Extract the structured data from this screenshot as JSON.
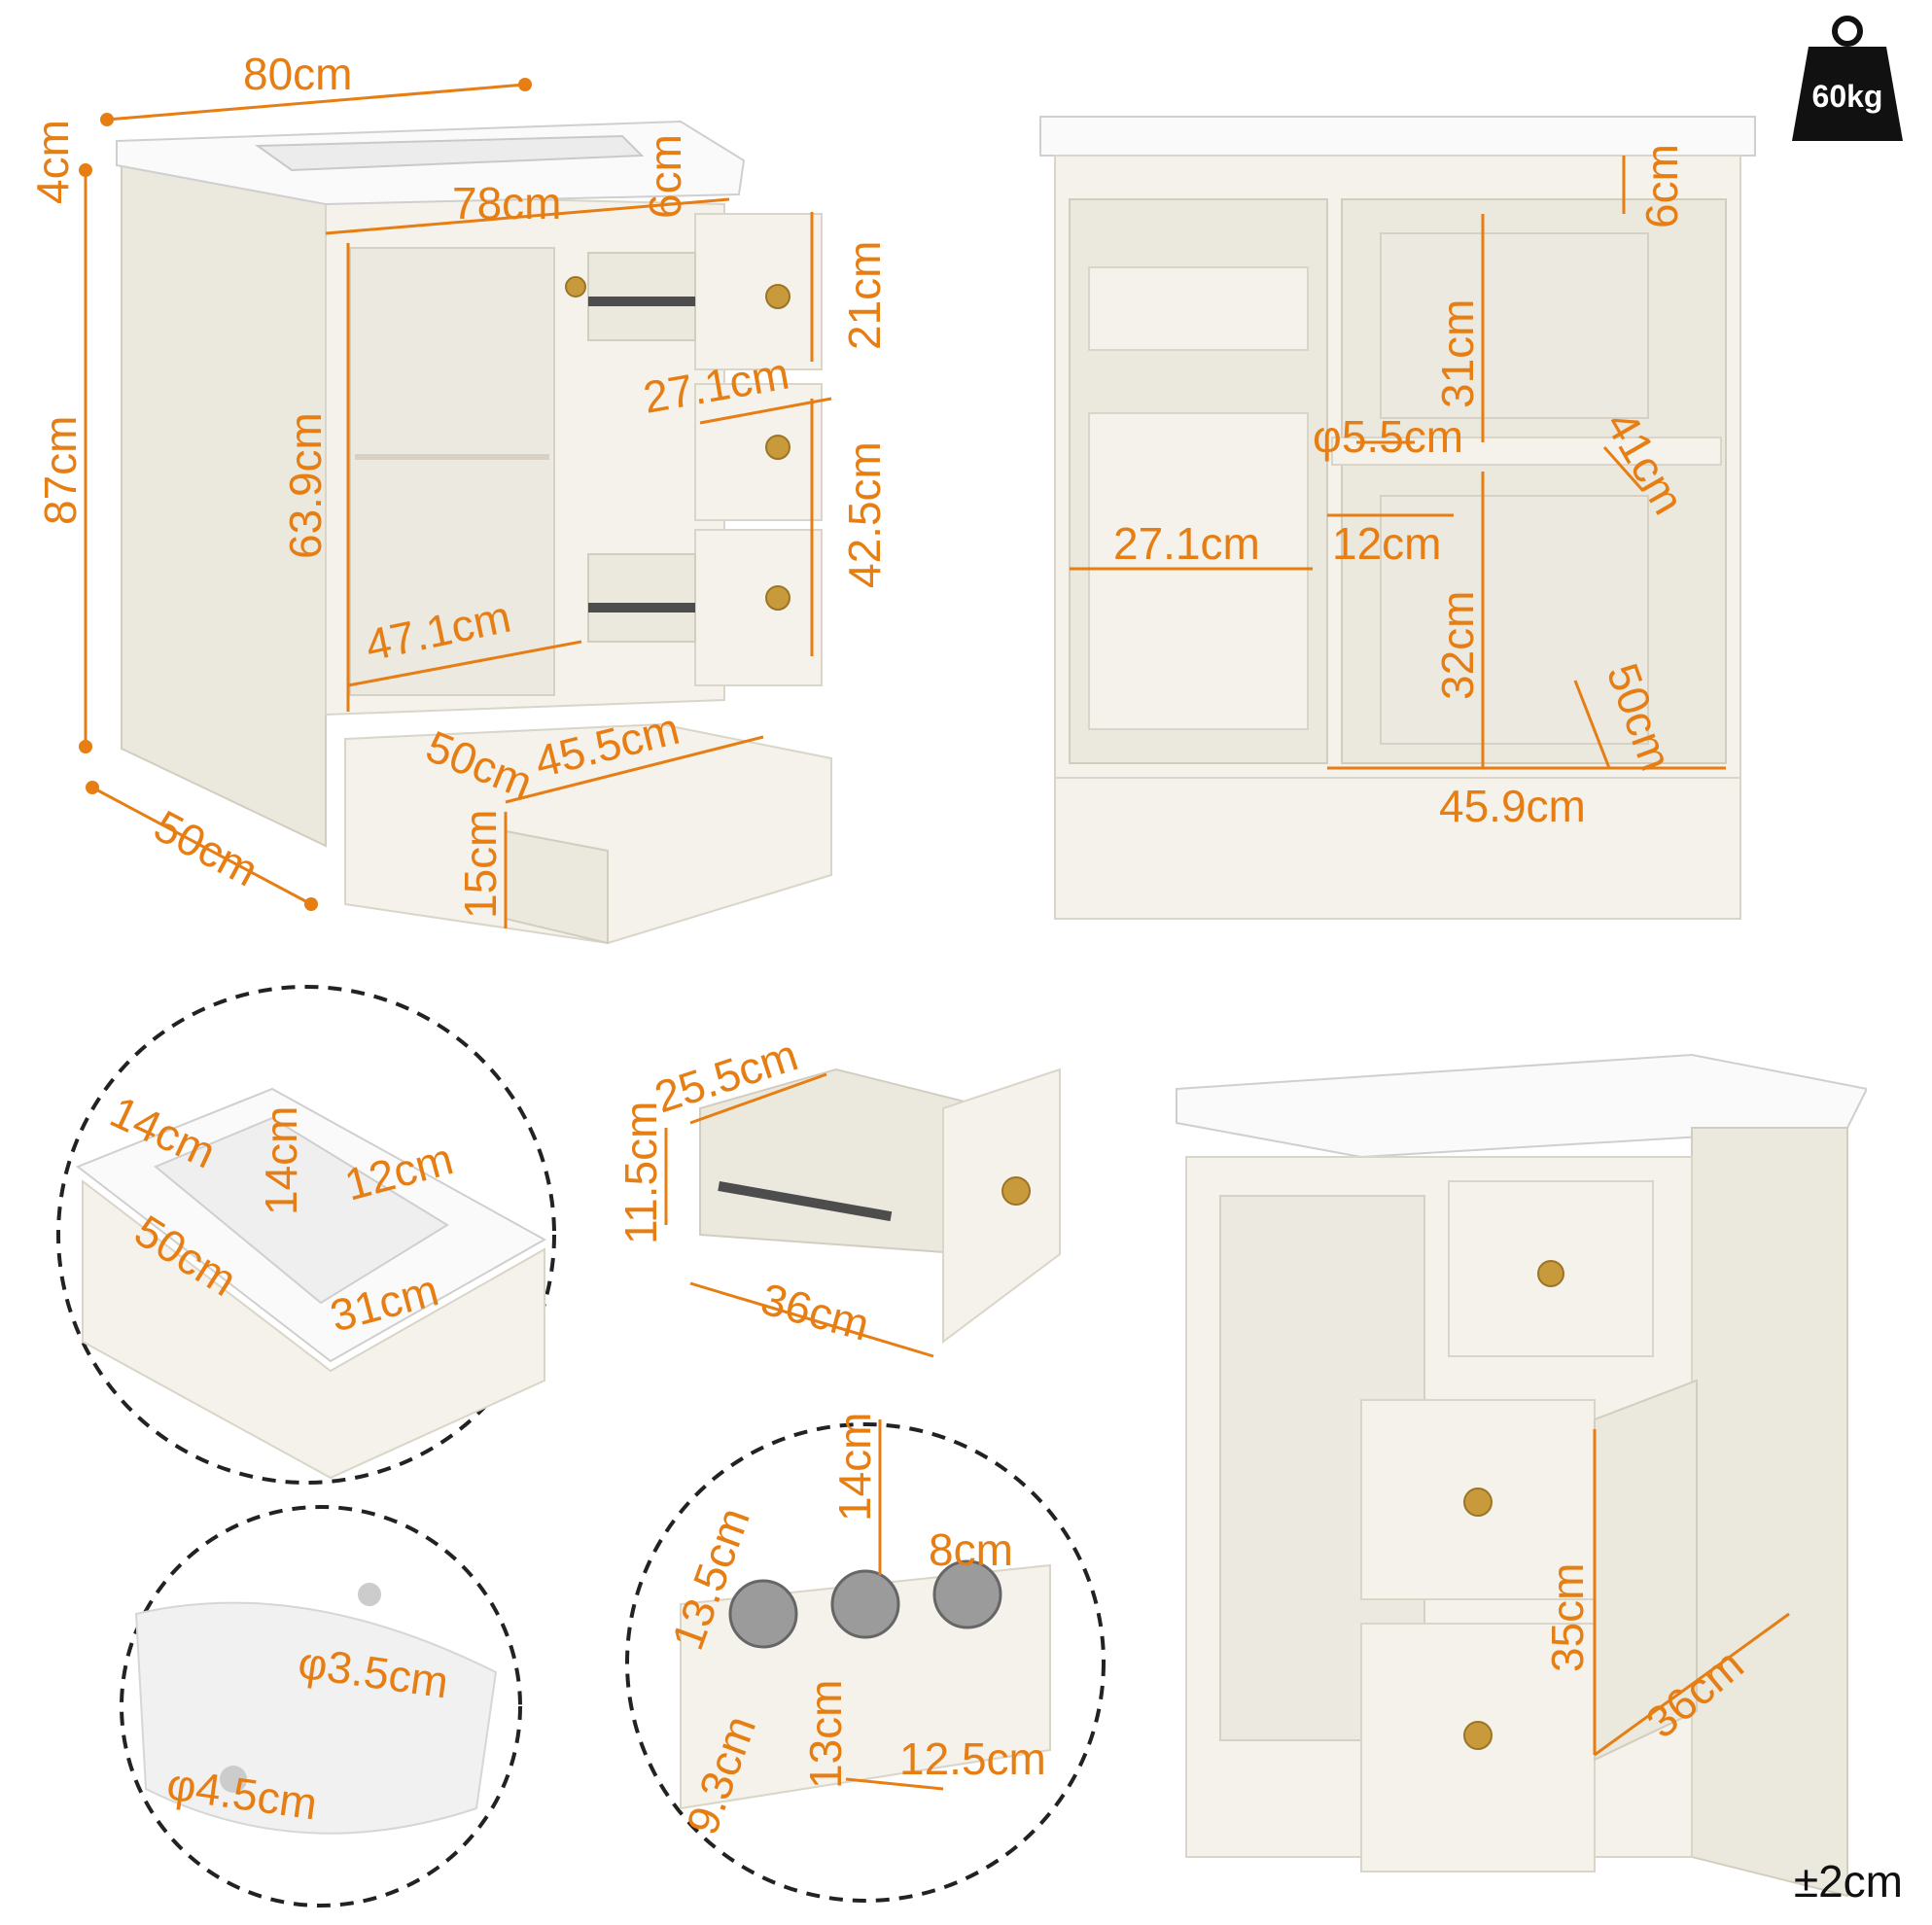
{
  "weight": {
    "label": "60kg",
    "icon": "weight-icon"
  },
  "tolerance": "±2cm",
  "accent_color": "#e67e14",
  "panel_front": {
    "labels": {
      "width": "80cm",
      "top_thickness": "4cm",
      "height": "87cm",
      "inner_width": "78cm",
      "apron": "6cm",
      "drawer_top": "21cm",
      "drawer_width": "27.1cm",
      "drawer_stack": "42.5cm",
      "door_height": "63.9cm",
      "door_width": "47.1cm",
      "depth": "50cm",
      "stool_depth": "50cm",
      "stool_width": "45.5cm",
      "stool_height": "15cm"
    }
  },
  "panel_back": {
    "labels": {
      "apron": "6cm",
      "upper": "31cm",
      "hole": "φ5.5cm",
      "shelf_depth": "41cm",
      "drawer_width": "27.1cm",
      "notch": "12cm",
      "lower": "32cm",
      "bottom_depth": "50cm",
      "bottom_width": "45.9cm"
    }
  },
  "panel_sink_detail": {
    "labels": {
      "a": "14cm",
      "b": "14cm",
      "c": "12cm",
      "d": "50cm",
      "e": "31cm"
    }
  },
  "panel_drawer": {
    "labels": {
      "width": "25.5cm",
      "height": "11.5cm",
      "depth": "36cm"
    }
  },
  "panel_drain": {
    "labels": {
      "overflow": "φ3.5cm",
      "drain": "φ4.5cm"
    }
  },
  "panel_organizer": {
    "labels": {
      "height": "14cm",
      "width": "13.5cm",
      "hole": "8cm",
      "tray_h": "9.3cm",
      "tray_d": "13cm",
      "tray_w": "12.5cm"
    }
  },
  "panel_open": {
    "labels": {
      "height": "35cm",
      "depth": "36cm"
    }
  }
}
